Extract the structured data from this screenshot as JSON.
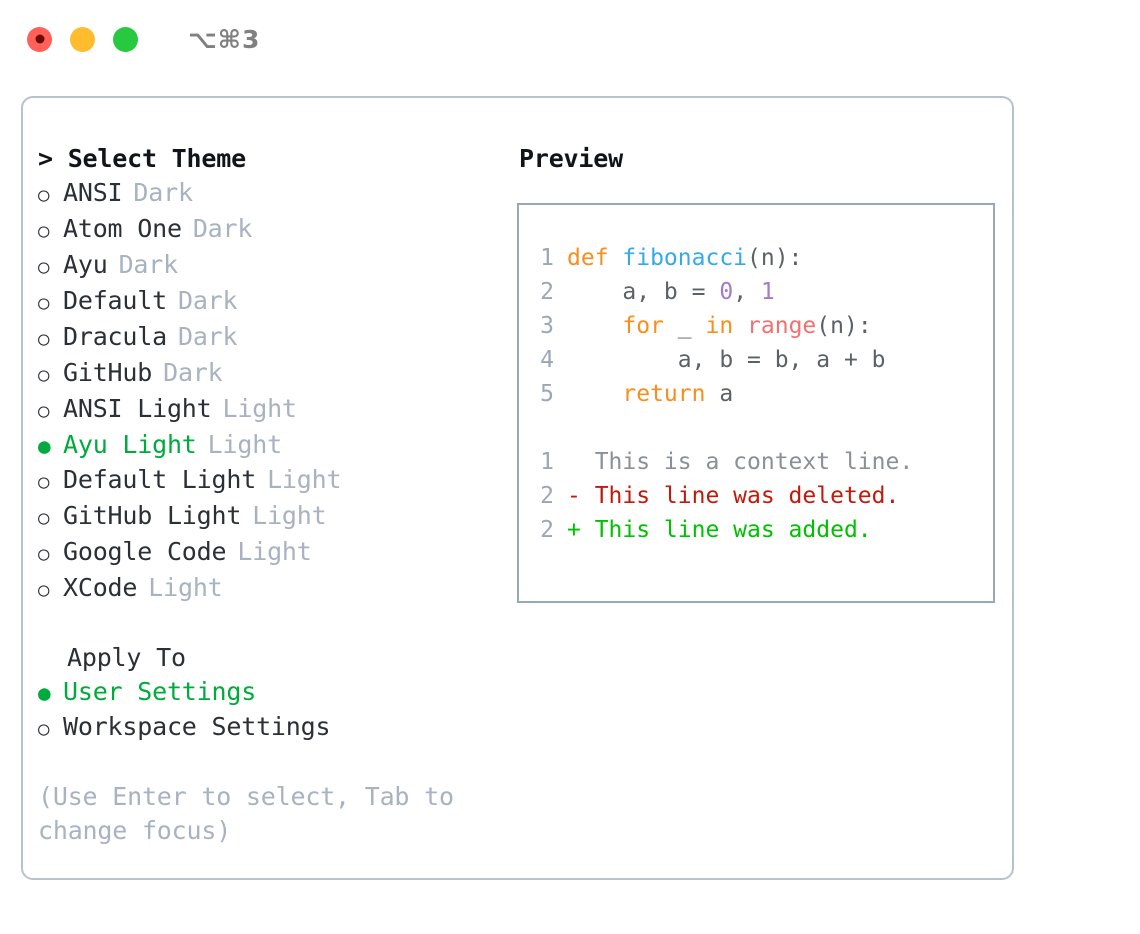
{
  "titlebar": {
    "shortcut": "⌥⌘3",
    "dots": [
      "close",
      "minimize",
      "maximize"
    ]
  },
  "menu": {
    "title": "> Select Theme",
    "bullet_selected": "●",
    "bullet_unselected": "○",
    "options": [
      {
        "label": "ANSI",
        "variant": "Dark",
        "selected": false
      },
      {
        "label": "Atom One",
        "variant": "Dark",
        "selected": false
      },
      {
        "label": "Ayu",
        "variant": "Dark",
        "selected": false
      },
      {
        "label": "Default",
        "variant": "Dark",
        "selected": false
      },
      {
        "label": "Dracula",
        "variant": "Dark",
        "selected": false
      },
      {
        "label": "GitHub",
        "variant": "Dark",
        "selected": false
      },
      {
        "label": "ANSI Light",
        "variant": "Light",
        "selected": false
      },
      {
        "label": "Ayu Light",
        "variant": "Light",
        "selected": true
      },
      {
        "label": "Default Light",
        "variant": "Light",
        "selected": false
      },
      {
        "label": "GitHub Light",
        "variant": "Light",
        "selected": false
      },
      {
        "label": "Google Code",
        "variant": "Light",
        "selected": false
      },
      {
        "label": "XCode",
        "variant": "Light",
        "selected": false
      }
    ]
  },
  "apply_to": {
    "heading": "Apply To",
    "options": [
      {
        "label": "User Settings",
        "selected": true
      },
      {
        "label": "Workspace Settings",
        "selected": false
      }
    ]
  },
  "hint": "(Use Enter to select, Tab to change focus)",
  "preview": {
    "title": "Preview",
    "code_lines": [
      {
        "num": "1",
        "tokens": [
          {
            "t": "def ",
            "c": "kw"
          },
          {
            "t": "fibonacci",
            "c": "fn"
          },
          {
            "t": "(n):",
            "c": "txt"
          }
        ]
      },
      {
        "num": "2",
        "tokens": [
          {
            "t": "    a, b = ",
            "c": "txt"
          },
          {
            "t": "0",
            "c": "num"
          },
          {
            "t": ", ",
            "c": "txt"
          },
          {
            "t": "1",
            "c": "num"
          }
        ]
      },
      {
        "num": "3",
        "tokens": [
          {
            "t": "    ",
            "c": "txt"
          },
          {
            "t": "for",
            "c": "kw"
          },
          {
            "t": " _ ",
            "c": "txt"
          },
          {
            "t": "in",
            "c": "kw"
          },
          {
            "t": " ",
            "c": "txt"
          },
          {
            "t": "range",
            "c": "bi"
          },
          {
            "t": "(n):",
            "c": "txt"
          }
        ]
      },
      {
        "num": "4",
        "tokens": [
          {
            "t": "        a, b = b, a + b",
            "c": "txt"
          }
        ]
      },
      {
        "num": "5",
        "tokens": [
          {
            "t": "    ",
            "c": "txt"
          },
          {
            "t": "return",
            "c": "kw"
          },
          {
            "t": " a",
            "c": "txt"
          }
        ]
      }
    ],
    "diff_lines": [
      {
        "num": "1",
        "text": "  This is a context line.",
        "kind": "ctx"
      },
      {
        "num": "2",
        "text": "- This line was deleted.",
        "kind": "del"
      },
      {
        "num": "2",
        "text": "+ This line was added.",
        "kind": "add"
      }
    ]
  },
  "colors": {
    "accent_green": "#00aa3c",
    "keyword_orange": "#fa8d1b",
    "function_blue": "#33aaee",
    "number_purple": "#a37acc",
    "builtin_red": "#f07171",
    "diff_deleted": "#c2190b",
    "diff_added": "#00c100",
    "muted": "#a8b2c1",
    "border": "#b8c2cf"
  }
}
